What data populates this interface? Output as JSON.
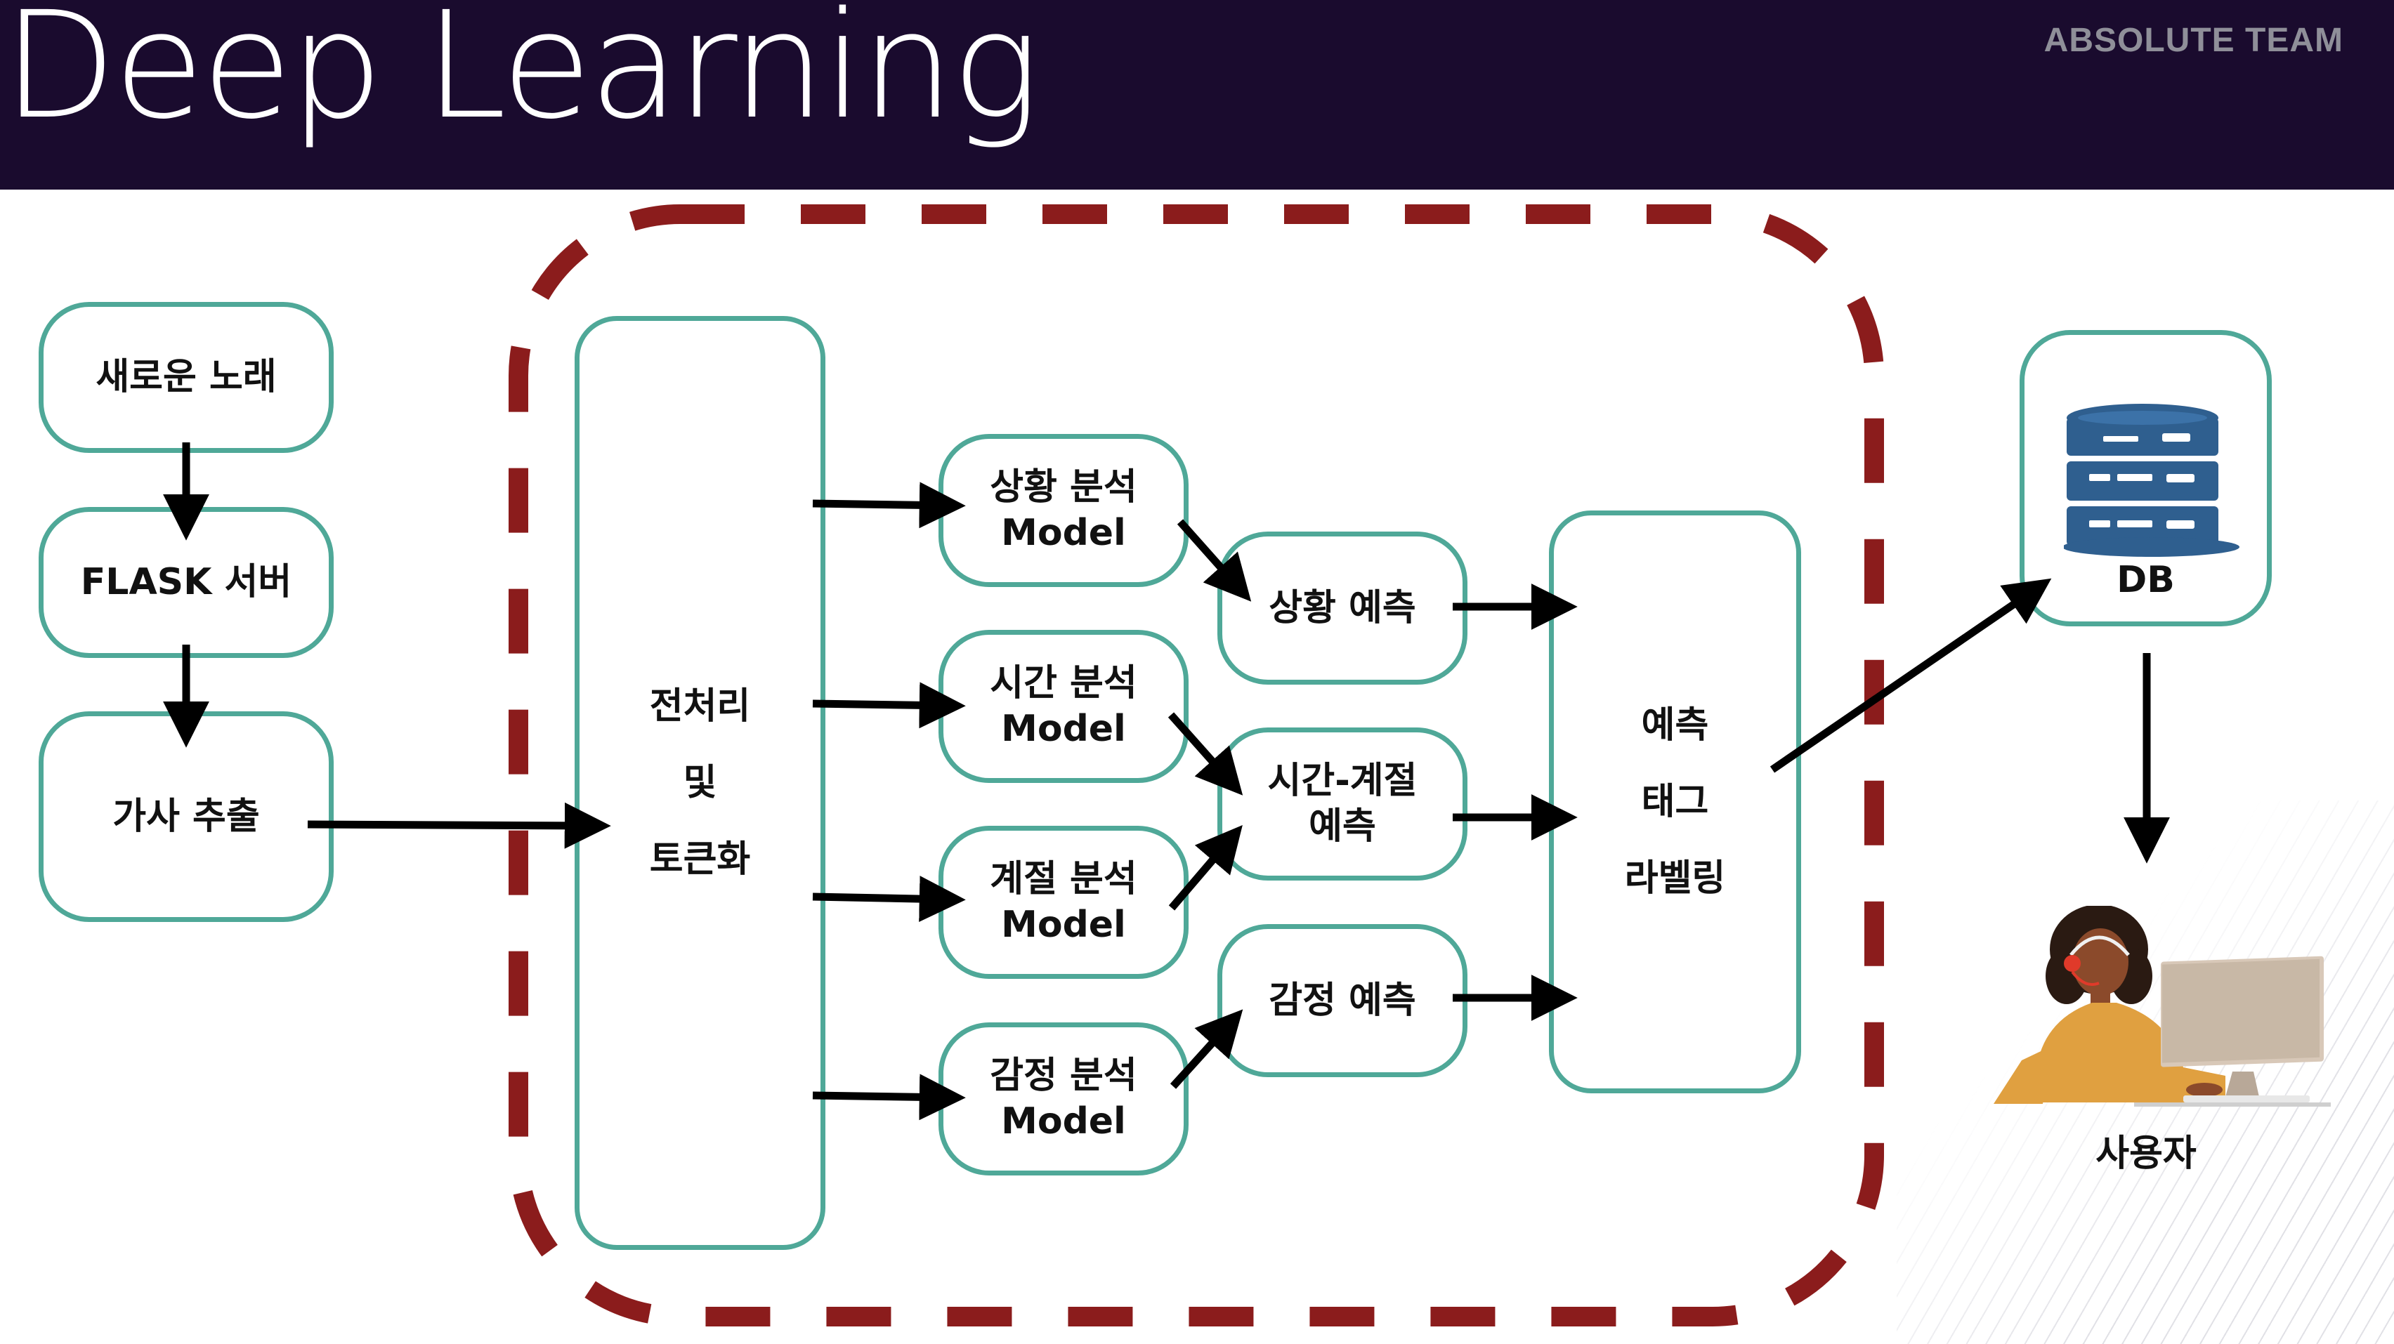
{
  "header": {
    "title": "Deep Learning",
    "team": "ABSOLUTE TEAM"
  },
  "input_flow": {
    "new_song": "새로운 노래",
    "flask_server": "FLASK 서버",
    "lyrics_extract": "가사 추출"
  },
  "preprocess": {
    "line1": "전처리",
    "line2": "및",
    "line3": "토큰화"
  },
  "models": [
    {
      "line1": "상황 분석",
      "line2": "Model"
    },
    {
      "line1": "시간 분석",
      "line2": "Model"
    },
    {
      "line1": "계절 분석",
      "line2": "Model"
    },
    {
      "line1": "감정 분석",
      "line2": "Model"
    }
  ],
  "predictions": [
    {
      "line1": "상황 예측",
      "line2": ""
    },
    {
      "line1": "시간-계절",
      "line2": "예측"
    },
    {
      "line1": "감정 예측",
      "line2": ""
    }
  ],
  "labeling": {
    "line1": "예측",
    "line2": "태그",
    "line3": "라벨링"
  },
  "db": {
    "label": "DB"
  },
  "user": {
    "label": "사용자"
  },
  "colors": {
    "header_bg": "#1a0b2e",
    "box_border": "#4fa898",
    "dashed_frame": "#8b1c1c",
    "db_icon": "#2f5f8f",
    "arrow": "#000000"
  },
  "icons": {
    "database": "database-icon",
    "user": "user-at-computer-icon"
  }
}
